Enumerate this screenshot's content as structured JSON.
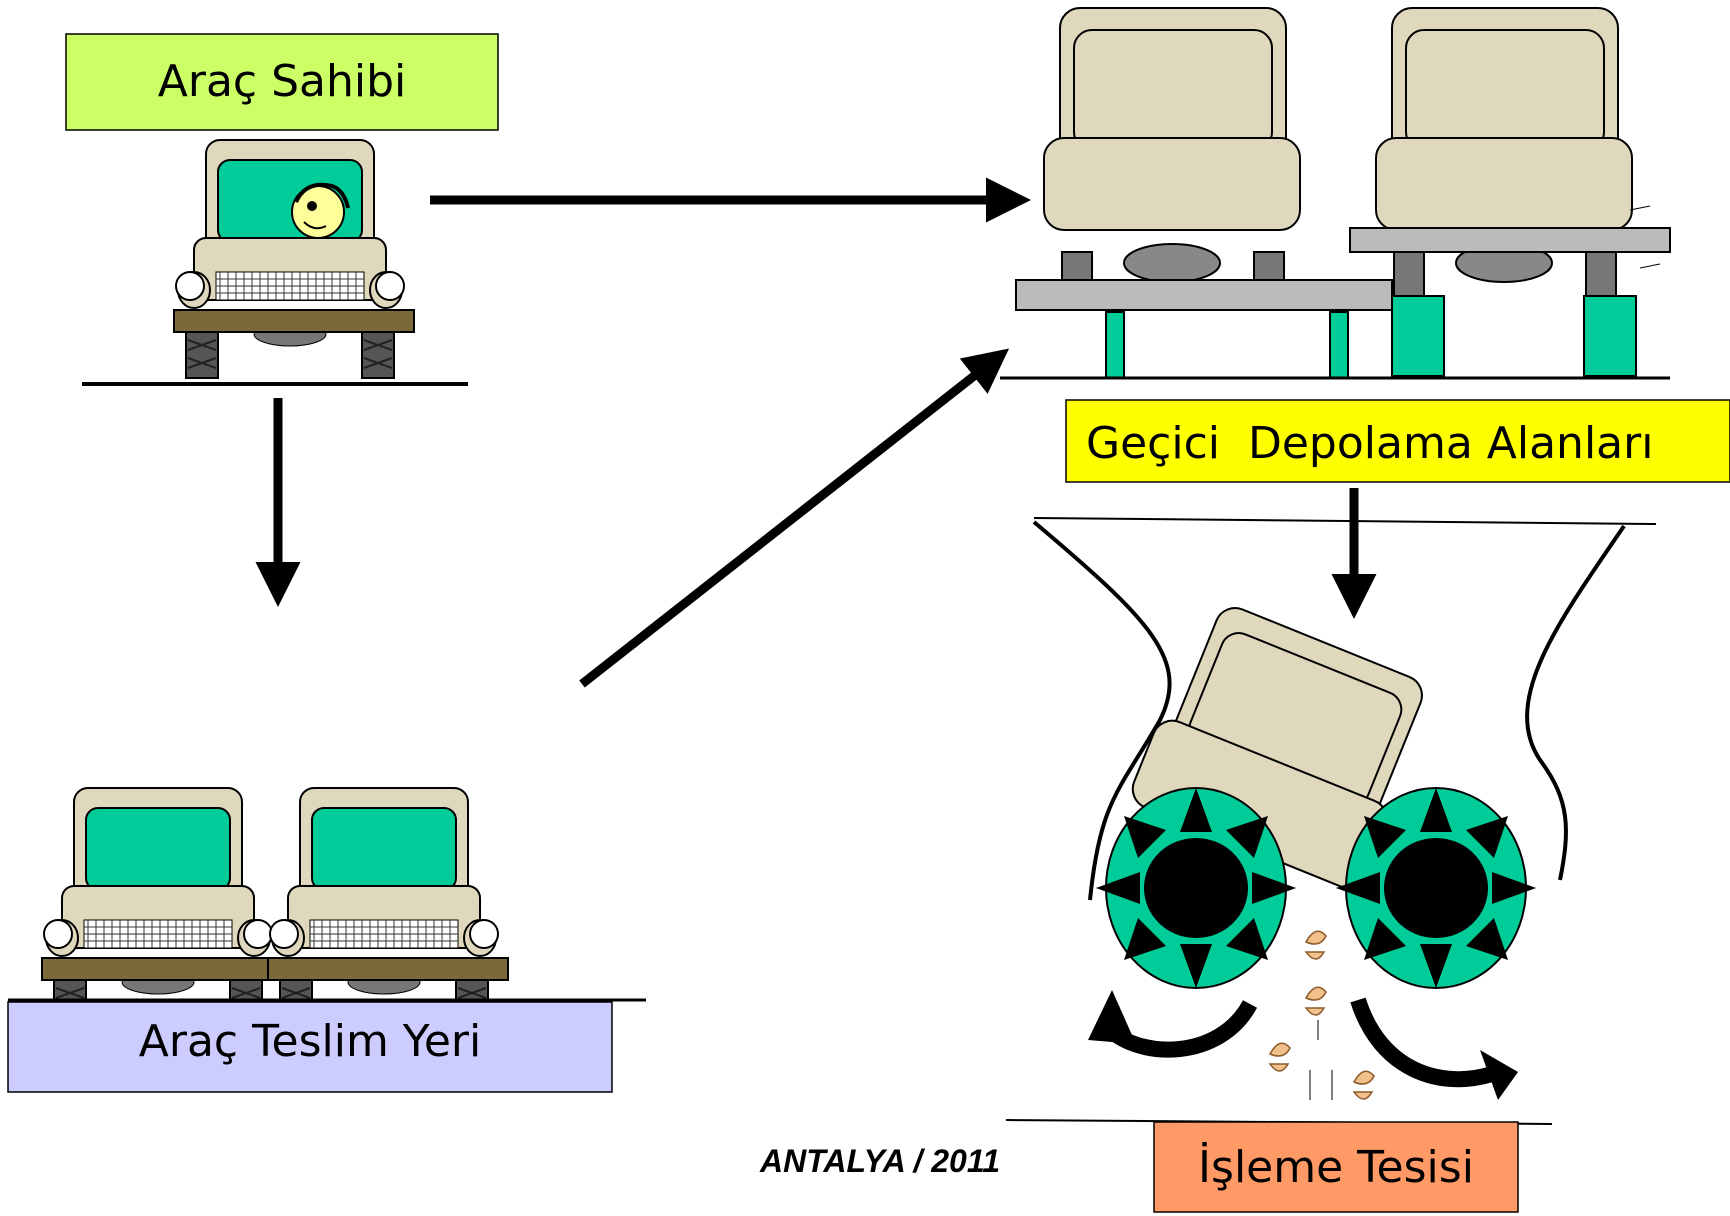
{
  "labels": {
    "owner": "Araç Sahibi",
    "temporary_storage": "Geçici  Depolama Alanları",
    "delivery_point": "Araç Teslim Yeri",
    "processing_facility": "İşleme Tesisi"
  },
  "footer": "ANTALYA / 2011",
  "colors": {
    "owner_box": "#CCFF66",
    "storage_box": "#FFFF00",
    "delivery_box": "#CCCCFF",
    "facility_box": "#FF9966",
    "car_body": "#E0D8BC",
    "windshield": "#00CC99",
    "shredder_disc": "#00CC99",
    "lift_post": "#00CC99",
    "arrow": "#000000"
  },
  "icons": [
    "car-with-driver-icon",
    "parked-cars-icon",
    "lifted-cars-icon",
    "shredder-icon",
    "flow-arrow-icon",
    "rotation-arrow-icon",
    "debris-icon"
  ]
}
